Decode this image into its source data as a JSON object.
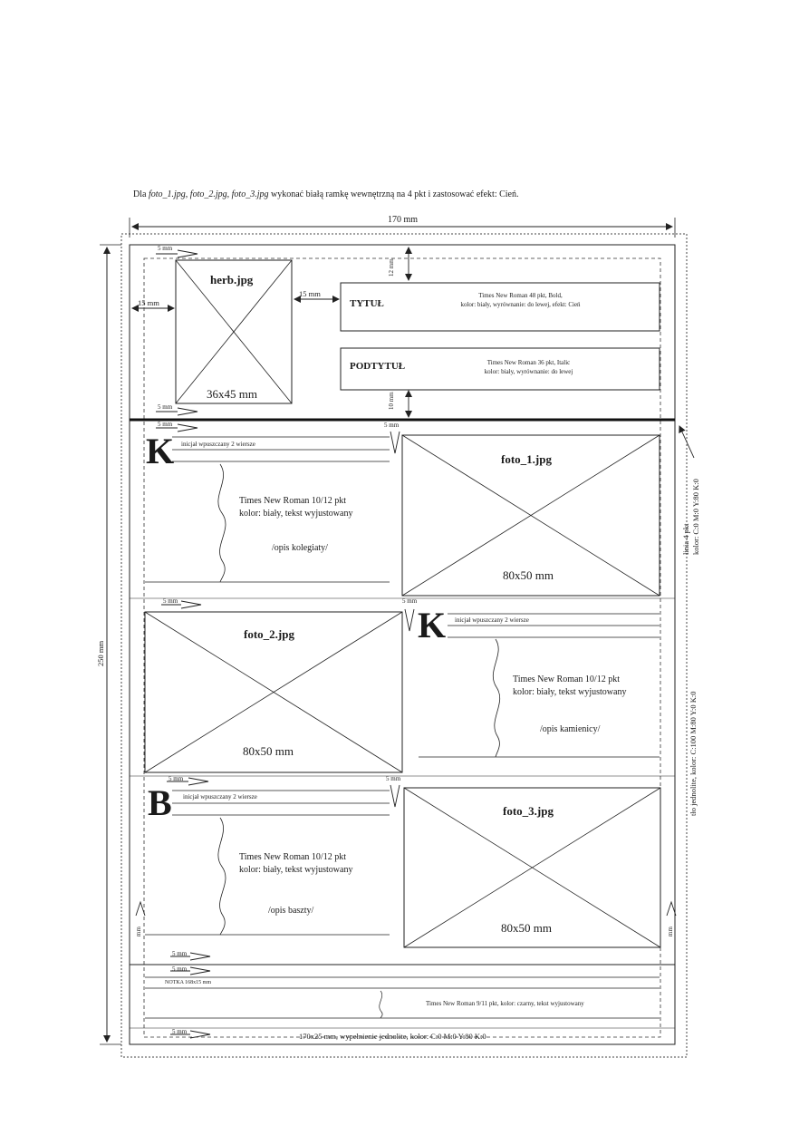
{
  "header_note_parts": [
    "Dla ",
    "foto_1.jpg",
    ", ",
    "foto_2.jpg",
    ", ",
    "foto_3.jpg",
    " wykonać białą ramkę wewnętrzną na 4 pkt i zastosować efekt: Cień."
  ],
  "dims": {
    "width": "170 mm",
    "height": "250 mm",
    "m5": "5 mm",
    "m15": "15 mm",
    "m12": "12 mm",
    "m10": "10 mm",
    "mm": "mm"
  },
  "herb": {
    "label": "herb.jpg",
    "size": "36x45 mm"
  },
  "title": {
    "label": "TYTUŁ",
    "spec_line1": "Times New Roman 48 pkt, Bold,",
    "spec_line2": "kolor: biały, wyrównanie: do lewej, efekt: Cień"
  },
  "subtitle": {
    "label": "PODTYTUŁ",
    "spec_line1": "Times New Roman 36 pkt, Italic",
    "spec_line2": "kolor: biały, wyrównanie: do lewej"
  },
  "drop_caps": [
    "K",
    "K",
    "B"
  ],
  "drop_cap_note": "inicjał wpuszczany 2 wiersze",
  "body_spec": {
    "line1": "Times New Roman 10/12 pkt",
    "line2": "kolor: biały, tekst wyjustowany"
  },
  "descriptions": [
    "/opis kolegiaty/",
    "/opis kamienicy/",
    "/opis baszty/"
  ],
  "photos": [
    {
      "label": "foto_1.jpg",
      "size": "80x50 mm"
    },
    {
      "label": "foto_2.jpg",
      "size": "80x50 mm"
    },
    {
      "label": "foto_3.jpg",
      "size": "80x50 mm"
    }
  ],
  "line_note": {
    "line1": "linia 4 pkt",
    "line2": "kolor: C:0 M:0 Y:80 K:0"
  },
  "background_note": "tło jednolite, kolor: C:100 M:80 Y:0 K:0",
  "footnote": {
    "label": "NOTKA 168x15 mm",
    "spec": "Times New Roman 9/11 pkt, kolor: czarny, tekst wyjustowany"
  },
  "footer_bar": "170x25 mm, wypełnienie jednolite, kolor: C:0 M:0 Y:80 K:0"
}
